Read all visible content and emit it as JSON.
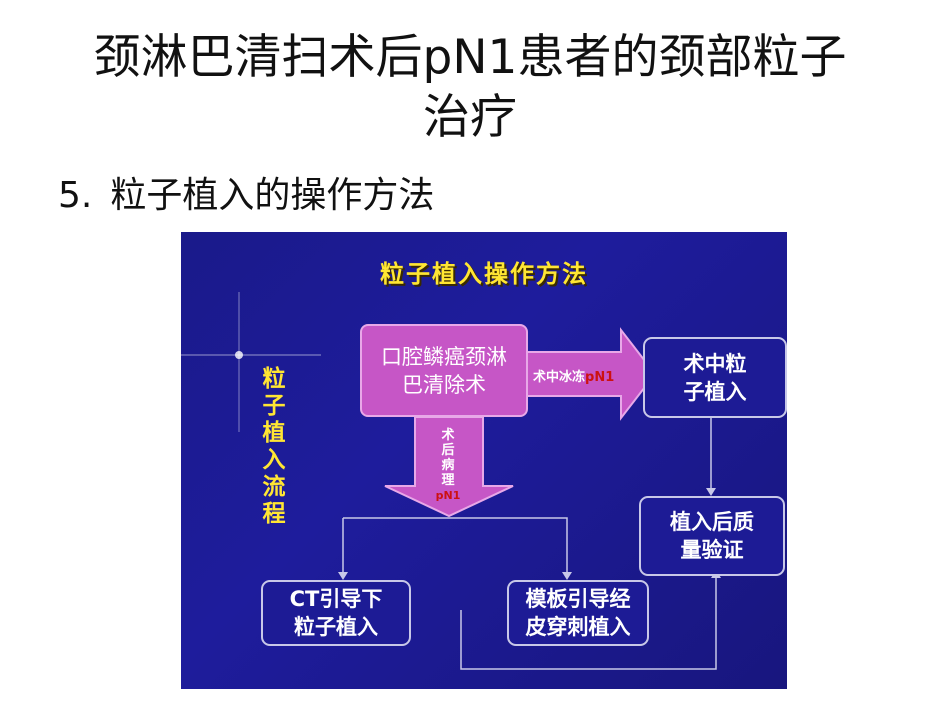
{
  "slide": {
    "title_line1": "颈淋巴清扫术后pN1患者的颈部粒子",
    "title_line2": "治疗",
    "bullet_number": "5.",
    "bullet_text": "粒子植入的操作方法"
  },
  "diagram": {
    "title": "粒子植入操作方法",
    "side_label": "粒子植入流程",
    "nodes": {
      "resection": "口腔鳞癌颈淋\n巴清除术",
      "intraop": "术中粒\n子植入",
      "qa": "植入后质\n量验证",
      "ct": "CT引导下\n粒子植入",
      "template": "模板引导经\n皮穿刺植入"
    },
    "arrow_right": {
      "text": "术中冰冻",
      "red": "pN1"
    },
    "arrow_down": {
      "text": "术后病理",
      "red": "pN1"
    }
  },
  "colors": {
    "diagram_bg": "#1c1a92",
    "pink": "#c656c6",
    "title_yellow": "#ffe633",
    "red_label": "#cc1111"
  }
}
